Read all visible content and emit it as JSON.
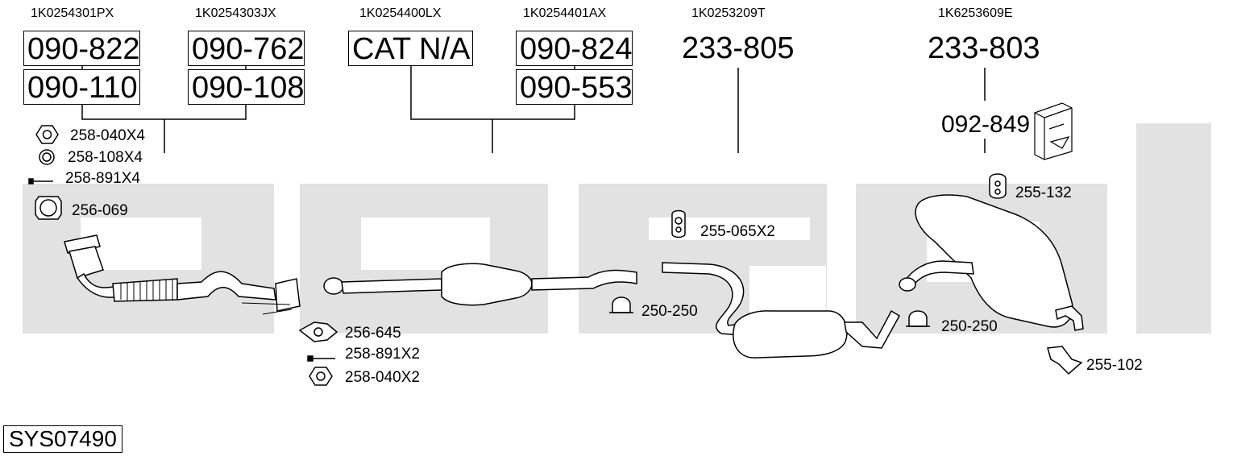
{
  "oem_numbers": [
    "1K0254301PX",
    "1K0254303JX",
    "1K0254400LX",
    "1K0254401AX",
    "1K0253209T",
    "1K6253609E"
  ],
  "part_boxes": {
    "b1": "090-822",
    "b2": "090-762",
    "b3": "CAT N/A",
    "b4": "090-824",
    "b5": "090-110",
    "b6": "090-108",
    "b7": "090-553"
  },
  "part_numbers": {
    "mid_silencer": "233-805",
    "rear_silencer": "233-803",
    "mount_kit": "092-849"
  },
  "accessories": {
    "nut_front": "258-040X4",
    "ring": "258-108X4",
    "bolt_front": "258-891X4",
    "gasket_front": "256-069",
    "gasket_mid": "256-645",
    "bolt_mid": "258-891X2",
    "nut_mid": "258-040X2",
    "rubber_mount_mid": "255-065X2",
    "clamp_mid": "250-250",
    "rubber_mount_rear": "255-132",
    "clamp_rear": "250-250",
    "bracket_rear": "255-102"
  },
  "system_code": "SYS07490",
  "colors": {
    "watermark": "#e2e2e2",
    "line": "#000000",
    "part_fill": "#ffffff"
  }
}
